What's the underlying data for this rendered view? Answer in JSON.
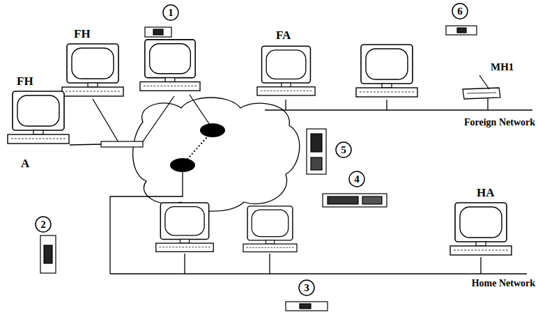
{
  "diagram": {
    "nodes": [
      {
        "text": [
          "1"
        ]
      },
      {
        "text": [
          "6"
        ]
      },
      {
        "text": [
          "5"
        ]
      },
      {
        "text": [
          "4"
        ]
      },
      {
        "text": [
          "2"
        ]
      },
      {
        "text": [
          "3"
        ]
      }
    ],
    "labels": [
      "FH",
      "FA",
      "FH",
      "MH1",
      "Foreign Network",
      "A",
      "HA",
      "Home Network"
    ]
  }
}
